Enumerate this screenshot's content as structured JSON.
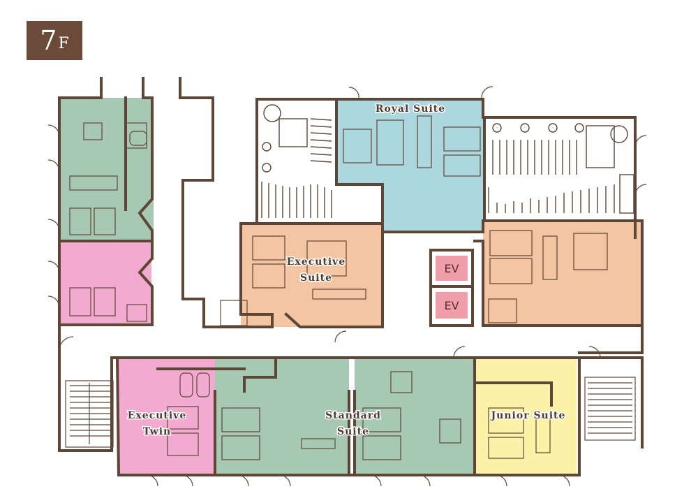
{
  "floor": {
    "number": "7",
    "suffix": "F"
  },
  "colors": {
    "wall": "#5e4636",
    "royal_suite": "#add7df",
    "executive_suite": "#f3c5a3",
    "standard_suite": "#a7c8b2",
    "executive_twin": "#f3aad0",
    "junior_suite": "#fbf2a8",
    "elevator": "#ef9eaa",
    "badge": "#6b4a3a"
  },
  "rooms": {
    "royal_suite": "Royal Suite",
    "executive_suite": [
      "Executive",
      "Suite"
    ],
    "executive_twin": [
      "Executive",
      "Twin"
    ],
    "standard_suite": [
      "Standard",
      "Suite"
    ],
    "junior_suite": "Junior Suite"
  },
  "elevators": [
    "EV",
    "EV"
  ]
}
